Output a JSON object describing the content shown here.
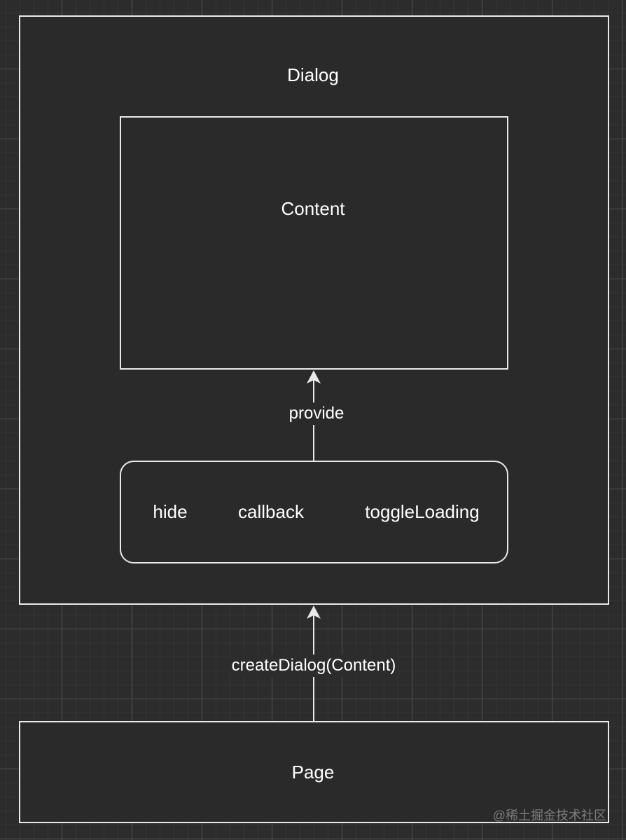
{
  "diagram": {
    "dialog": {
      "label": "Dialog"
    },
    "content": {
      "label": "Content"
    },
    "api": {
      "items": [
        "hide",
        "callback",
        "toggleLoading"
      ]
    },
    "page": {
      "label": "Page"
    },
    "edges": {
      "provide": {
        "label": "provide"
      },
      "create_dialog": {
        "label": "createDialog(Content)"
      }
    }
  },
  "colors": {
    "background": "#2c2c2c",
    "box_fill": "#2a2a2a",
    "stroke": "#e9e9e9",
    "text": "#ffffff"
  },
  "watermark": "@稀土掘金技术社区"
}
